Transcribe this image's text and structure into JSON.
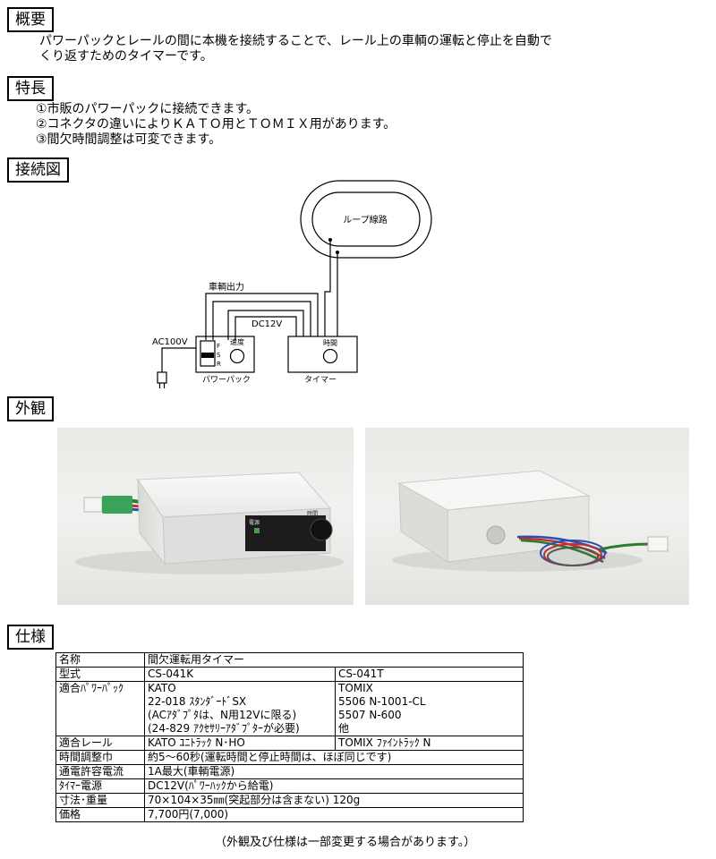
{
  "sections": {
    "overview": {
      "title": "概要",
      "lines": [
        "パワーパックとレールの間に本機を接続することで、レール上の車輌の運転と停止を自動で",
        "くり返すためのタイマーです。"
      ]
    },
    "features": {
      "title": "特長",
      "items": [
        "①市販のパワーパックに接続できます。",
        "②コネクタの違いによりＫＡＴＯ用とＴＯＭＩＸ用があります。",
        "③間欠時間調整は可変できます。"
      ]
    },
    "wiring": {
      "title": "接続図",
      "loop_label": "ループ線路",
      "car_output_label": "車輌出力",
      "dc_label": "DC12V",
      "ac_label": "AC100V",
      "speed_label": "速度",
      "time_label": "時間",
      "powerpack_label": "パワーパック",
      "timer_label": "タイマー",
      "switch_f": "F",
      "switch_s": "S",
      "switch_r": "R"
    },
    "appearance": {
      "title": "外観"
    },
    "specs": {
      "title": "仕様",
      "rows": {
        "name": {
          "label": "名称",
          "value": "間欠運転用タイマー"
        },
        "model": {
          "label": "型式",
          "kato": "CS-041K",
          "tomix": "CS-041T"
        },
        "powerpack": {
          "label": "適合ﾊﾟﾜｰﾊﾟｯｸ",
          "kato": [
            "KATO",
            "22-018 ｽﾀﾝﾀﾞｰﾄﾞSX",
            "(ACｱﾀﾞﾌﾟﾀは、N用12Vに限る)",
            "(24-829 ｱｸｾｻﾘｰｱﾀﾞﾌﾟﾀｰが必要)"
          ],
          "tomix": [
            "TOMIX",
            "5506 N-1001-CL",
            "5507 N-600",
            "他"
          ]
        },
        "rail": {
          "label": "適合レール",
          "kato": "KATO ﾕﾆﾄﾗｯｸ N･HO",
          "tomix": "TOMIX ﾌｧｲﾝﾄﾗｯｸ N"
        },
        "time_range": {
          "label": "時間調整巾",
          "value": "約5～60秒(運転時間と停止時間は、ほぼ同じです)"
        },
        "current": {
          "label": "通電許容電流",
          "value": "1A最大(車輌電源)"
        },
        "power": {
          "label": "ﾀｲﾏｰ電源",
          "value": "DC12V(ﾊﾟﾜｰﾊｯｸから給電)"
        },
        "size": {
          "label": "寸法･重量",
          "value": "70×104×35㎜(突起部分は含まない) 120g"
        },
        "price": {
          "label": "価格",
          "value": "7,700円(7,000)"
        }
      }
    }
  },
  "photo_labels": {
    "front_power": "電源",
    "front_time": "時間"
  },
  "footnote": "（外観及び仕様は一部変更する場合があります。）"
}
